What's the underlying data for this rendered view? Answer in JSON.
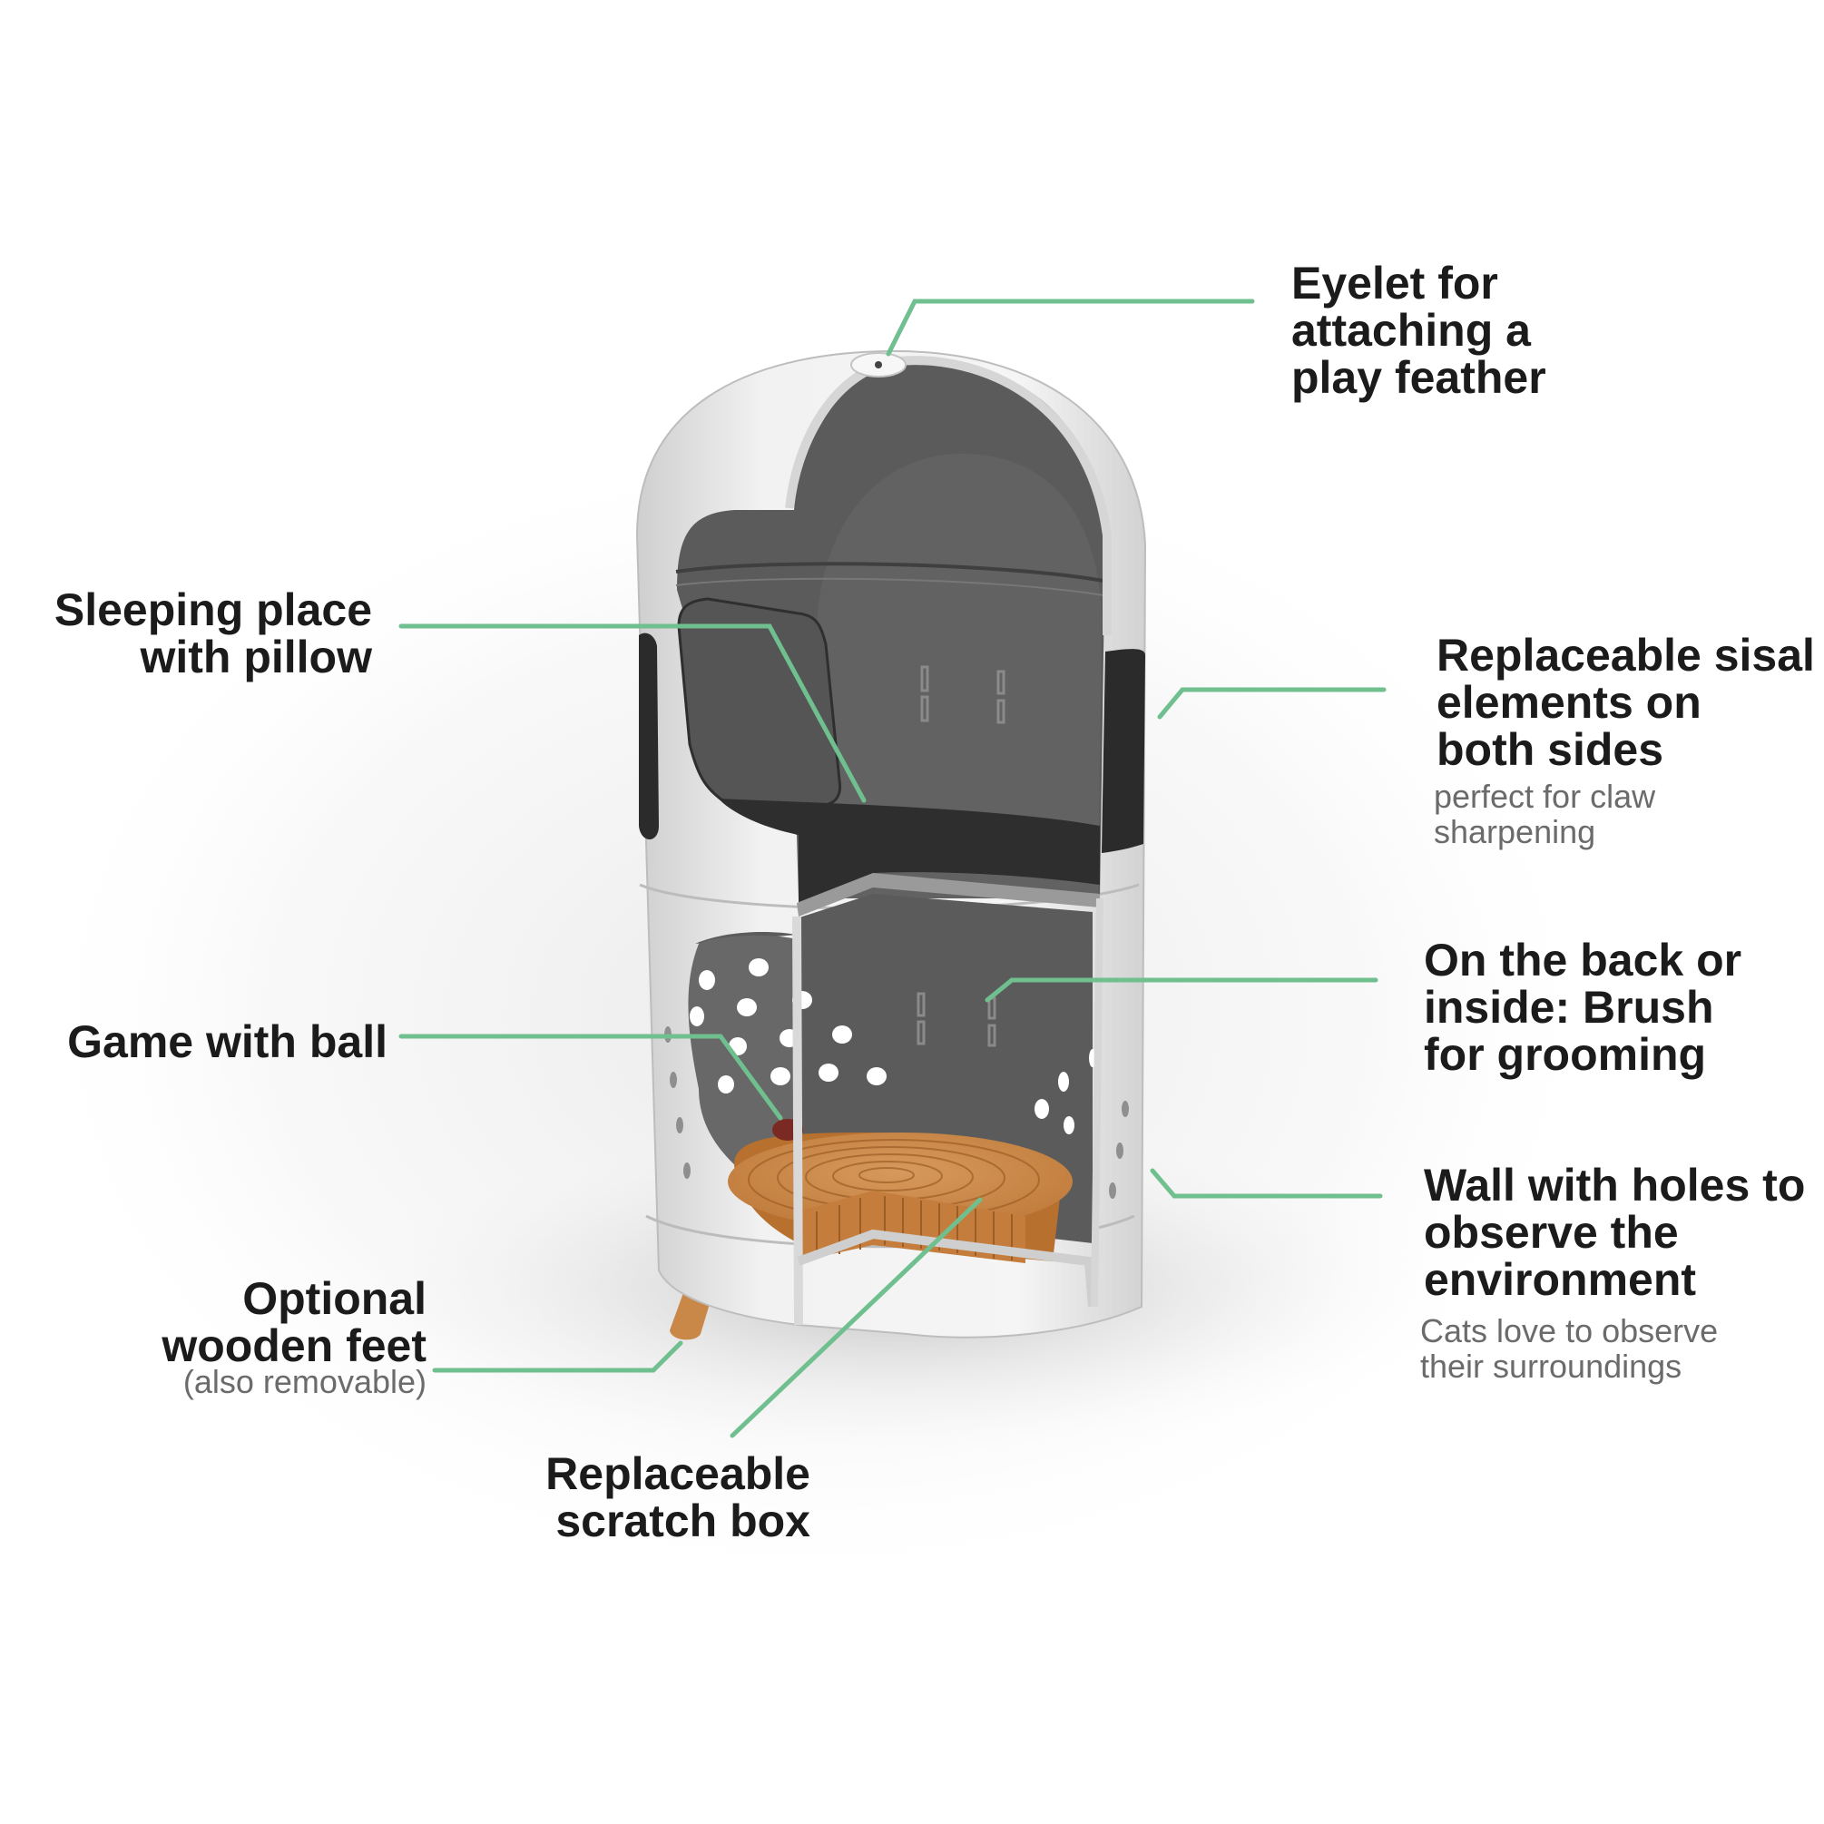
{
  "diagram": {
    "colors": {
      "leader_line": "#6fbf8f",
      "shell": "#ececec",
      "interior": "#5a5a5a",
      "sisal": "#2b2b2b",
      "wood": "#c98748"
    },
    "callouts": {
      "eyelet": {
        "lines": [
          "Eyelet for",
          "attaching a",
          "play feather"
        ]
      },
      "sleeping": {
        "lines": [
          "Sleeping place",
          "with pillow"
        ]
      },
      "sisal": {
        "lines": [
          "Replaceable sisal",
          "elements on",
          "both sides"
        ],
        "note": [
          "perfect for claw",
          "sharpening"
        ]
      },
      "brush": {
        "lines": [
          "On the back or",
          "inside: Brush",
          "for grooming"
        ]
      },
      "game": {
        "lines": [
          "Game with ball"
        ]
      },
      "wall": {
        "lines": [
          "Wall with holes to",
          "observe the",
          "environment"
        ],
        "note": [
          "Cats love to observe",
          "their surroundings"
        ]
      },
      "feet": {
        "lines": [
          "Optional",
          "wooden feet"
        ],
        "note": [
          "(also removable)"
        ]
      },
      "scratch": {
        "lines": [
          "Replaceable",
          "scratch box"
        ]
      }
    }
  }
}
